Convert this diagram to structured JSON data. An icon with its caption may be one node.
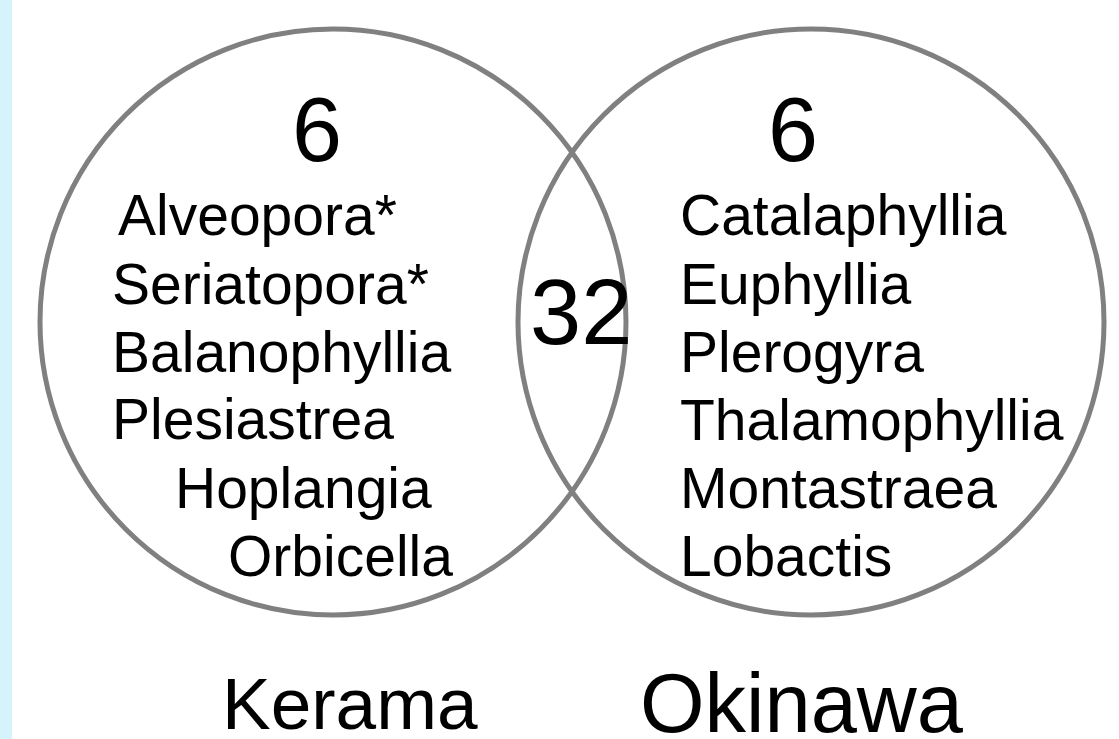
{
  "diagram": {
    "nodes": [
      {
        "text": [
          "6",
          "Alveopora*",
          "Seriatopora*",
          "Balanophyllia",
          "Plesiastrea",
          "Hoplangia",
          "Orbicella"
        ],
        "beside": [
          "Kerama"
        ]
      },
      {
        "text": [
          "6",
          "Catalaphyllia",
          "Euphyllia",
          "Plerogyra",
          "Thalamophyllia",
          "Montastraea",
          "Lobactis"
        ],
        "beside": [
          "Okinawa"
        ]
      }
    ],
    "labels": [
      "32"
    ]
  }
}
